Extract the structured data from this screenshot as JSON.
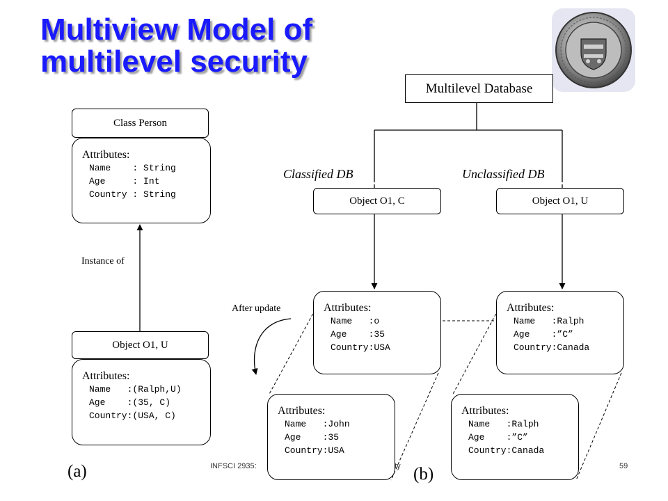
{
  "title": {
    "line1": "Multiview Model of",
    "line2": "multilevel security"
  },
  "seal": {
    "icon": "university-seal-icon"
  },
  "left": {
    "class_box": "Class Person",
    "class_attrs": {
      "heading": "Attributes:",
      "lines": [
        "Name    : String",
        "Age     : Int",
        "Country : String"
      ]
    },
    "instance_label": "Instance of",
    "object_box": "Object O1, U",
    "object_attrs": {
      "heading": "Attributes:",
      "lines": [
        "Name   :(Ralph,U)",
        "Age    :(35, C)",
        "Country:(USA, C)"
      ]
    },
    "caption": "(a)"
  },
  "right": {
    "db_box": "Multilevel Database",
    "classified_label": "Classified DB",
    "unclassified_label": "Unclassified DB",
    "obj_c_box": "Object O1, C",
    "obj_u_box": "Object O1, U",
    "attrs_c": {
      "heading": "Attributes:",
      "lines": [
        "Name   :o",
        "Age    :35",
        "Country:USA"
      ]
    },
    "attrs_u": {
      "heading": "Attributes:",
      "lines": [
        "Name   :Ralph",
        "Age    :”C”",
        "Country:Canada"
      ]
    },
    "after_update_label": "After update",
    "attrs_c_after": {
      "heading": "Attributes:",
      "lines": [
        "Name   :John",
        "Age    :35",
        "Country:USA"
      ]
    },
    "attrs_u_after": {
      "heading": "Attributes:",
      "lines": [
        "Name   :Ralph",
        "Age    :”C”",
        "Country:Canada"
      ]
    },
    "caption": "(b)"
  },
  "footer": {
    "left": "INFSCI 2935:",
    "right": "rity",
    "page": "59"
  },
  "colors": {
    "title": "#1a1aff",
    "accent_dot": "#3355cc"
  }
}
